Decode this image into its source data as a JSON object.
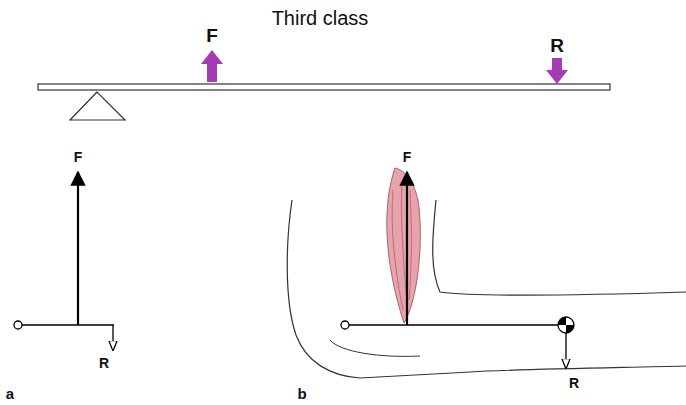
{
  "diagram": {
    "title": "Third class",
    "labels": [
      "F",
      "R",
      "F",
      "R",
      "a",
      "F",
      "R",
      "b"
    ]
  }
}
